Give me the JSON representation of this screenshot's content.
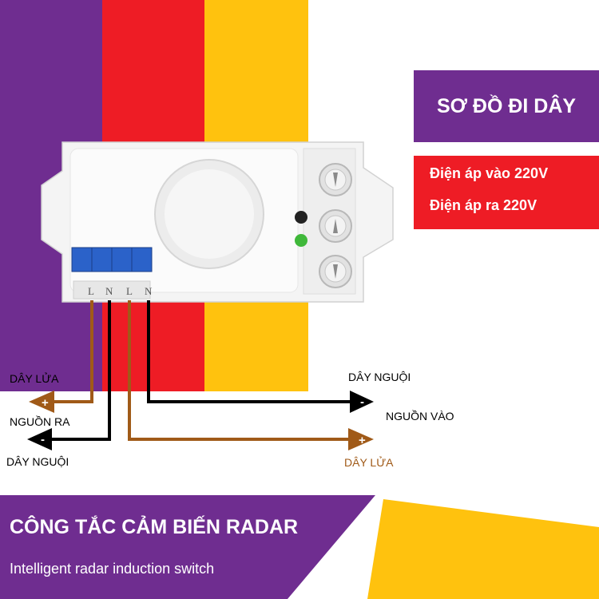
{
  "header": {
    "title": "SƠ ĐỒ ĐI DÂY"
  },
  "voltage": {
    "input": "Điện áp vào 220V",
    "output": "Điện áp ra 220V"
  },
  "terminals": [
    "L",
    "N",
    "L",
    "N"
  ],
  "wiring": {
    "left_live": "DÂY LỬA",
    "left_source": "NGUỒN RA",
    "left_neutral": "DÂY NGUỘI",
    "right_neutral": "DÂY NGUỘI",
    "right_source": "NGUỒN VÀO",
    "right_live": "DÂY LỬA",
    "plus": "+",
    "minus": "-"
  },
  "banner": {
    "title": "CÔNG TẮC CẢM BIẾN RADAR",
    "subtitle": "Intelligent radar induction switch"
  },
  "colors": {
    "purple": "#6f2d90",
    "red": "#ee1c25",
    "yellow": "#ffc20e",
    "live_wire": "#a05a18",
    "neutral_wire": "#000000",
    "terminal_blue": "#2b62c9"
  },
  "icons": [
    "dial-icon",
    "dial-icon",
    "dial-icon",
    "led-icon"
  ]
}
